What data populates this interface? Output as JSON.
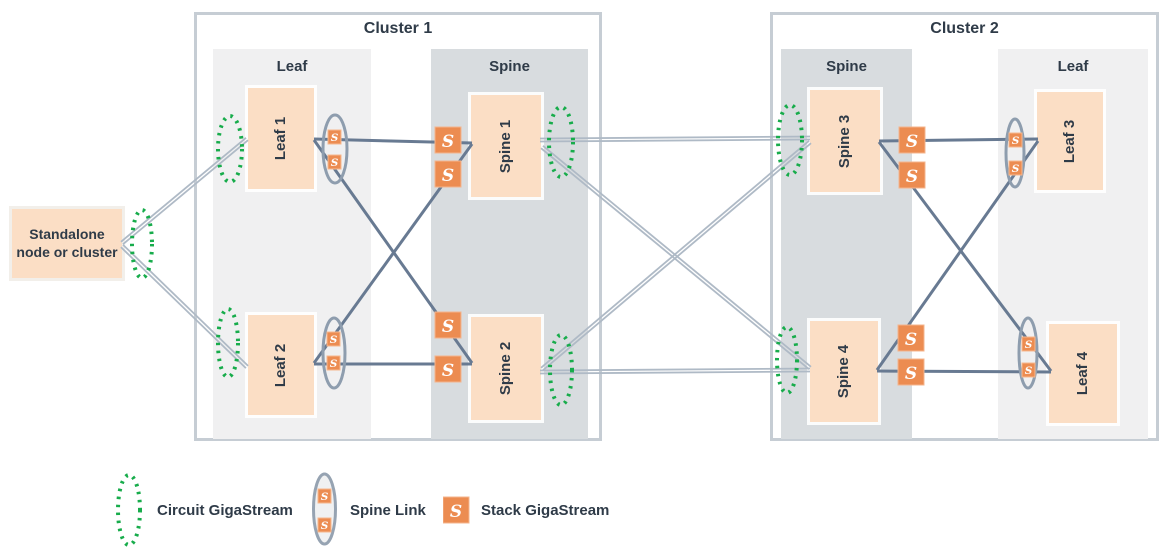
{
  "diagram": {
    "standalone_label": "Standalone node or cluster",
    "clusters": [
      {
        "title": "Cluster 1",
        "leaf_header": "Leaf",
        "spine_header": "Spine",
        "nodes": {
          "leaf1": "Leaf 1",
          "leaf2": "Leaf 2",
          "spine1": "Spine 1",
          "spine2": "Spine 2"
        }
      },
      {
        "title": "Cluster 2",
        "leaf_header": "Leaf",
        "spine_header": "Spine",
        "nodes": {
          "spine3": "Spine 3",
          "spine4": "Spine 4",
          "leaf3": "Leaf 3",
          "leaf4": "Leaf 4"
        }
      }
    ],
    "legend": {
      "circuit": "Circuit GigaStream",
      "spine_link": "Spine Link",
      "stack": "Stack GigaStream"
    },
    "icons": {
      "s_glyph": "S"
    },
    "colors": {
      "node_fill": "#FBDEC5",
      "leaf_column": "#F0F0F1",
      "spine_column": "#D8DCDF",
      "cluster_border": "#C6CDD4",
      "thick_link": "#687A92",
      "double_link": "#AFBAC6",
      "circuit_green": "#17AC4B",
      "spine_link_ellipse_gray": "#8E9DAE",
      "stack_orange": "#EC8C51",
      "text_dark": "#2F3B48"
    }
  }
}
